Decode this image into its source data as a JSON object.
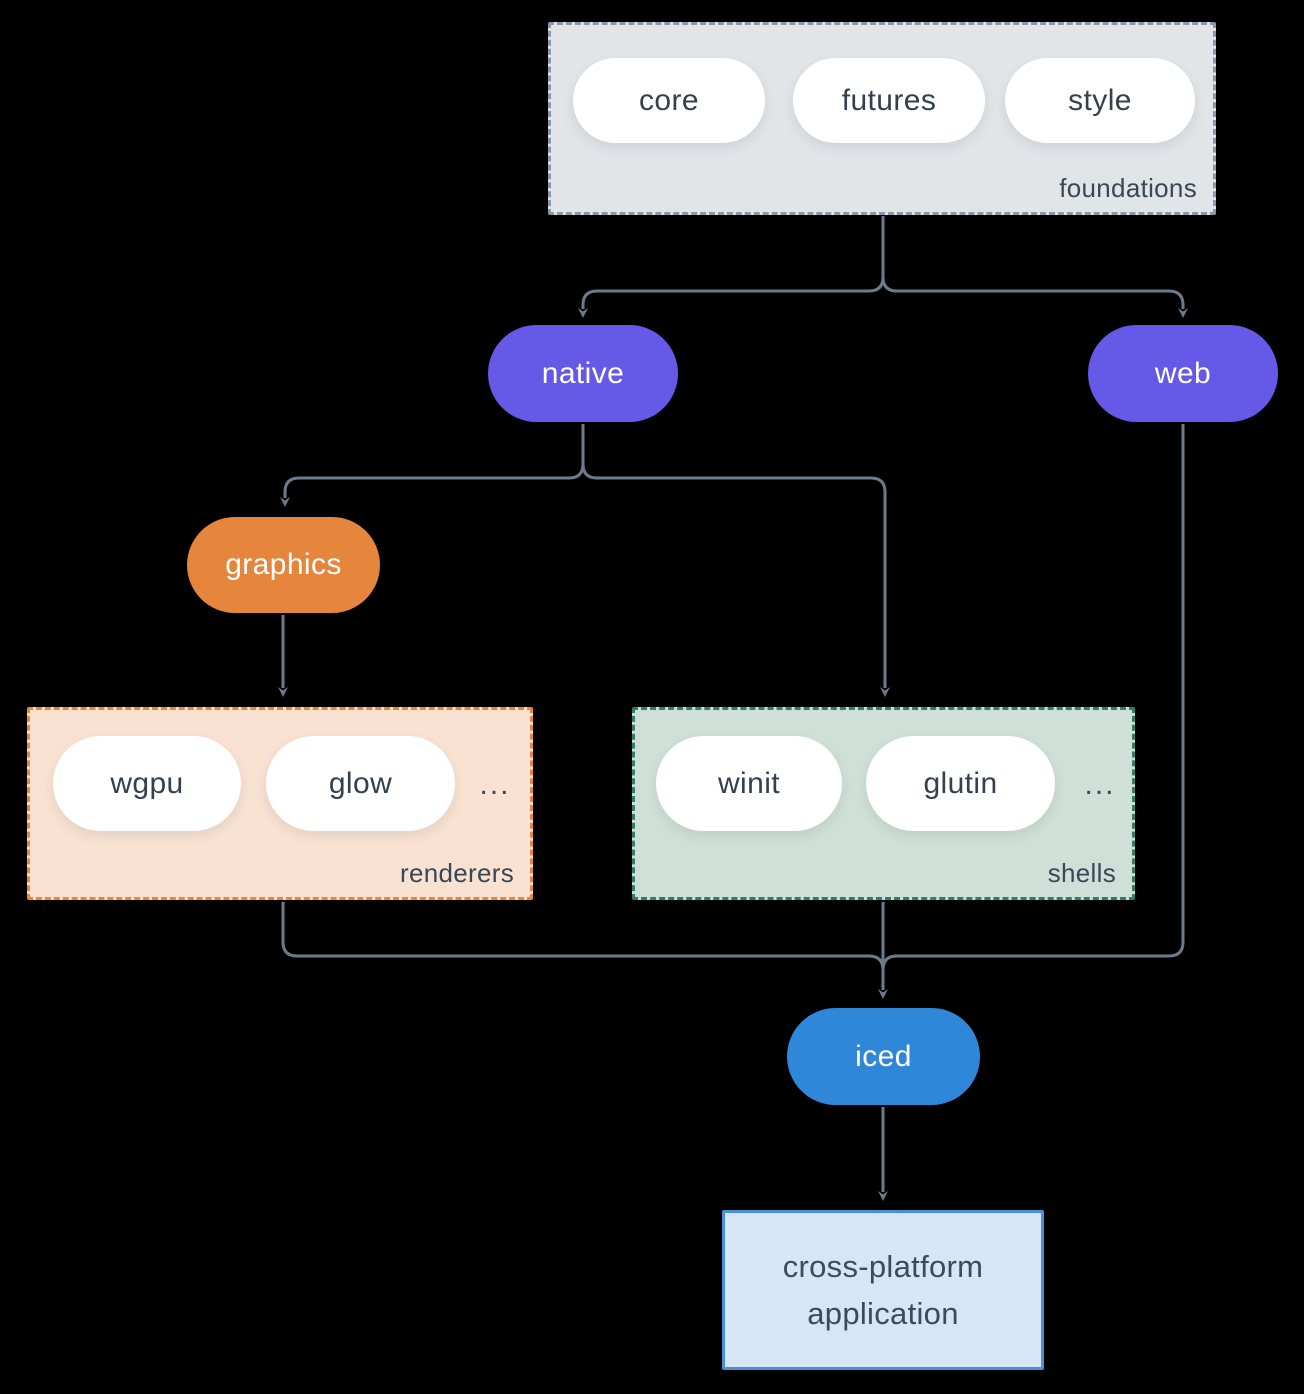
{
  "diagram": {
    "background_color": "#000000",
    "connector_color": "#6b7b8c",
    "groups": {
      "foundations": {
        "label": "foundations",
        "fill": "#e1e5e8",
        "border_color": "#8a98a9",
        "pills": [
          "core",
          "futures",
          "style"
        ]
      },
      "renderers": {
        "label": "renderers",
        "fill": "#f9e2d2",
        "border_color": "#e8873c",
        "pills": [
          "wgpu",
          "glow"
        ],
        "ellipsis": "..."
      },
      "shells": {
        "label": "shells",
        "fill": "#cfe0d8",
        "border_color": "#2e8068",
        "pills": [
          "winit",
          "glutin"
        ],
        "ellipsis": "..."
      }
    },
    "nodes": {
      "native": {
        "label": "native",
        "fill": "#6659e8"
      },
      "web": {
        "label": "web",
        "fill": "#6659e8"
      },
      "graphics": {
        "label": "graphics",
        "fill": "#e6853c"
      },
      "iced": {
        "label": "iced",
        "fill": "#2e87d8"
      }
    },
    "app_box": {
      "line1": "cross-platform",
      "line2": "application",
      "fill": "#d6e6f7",
      "border_color": "#4a90d9"
    }
  }
}
